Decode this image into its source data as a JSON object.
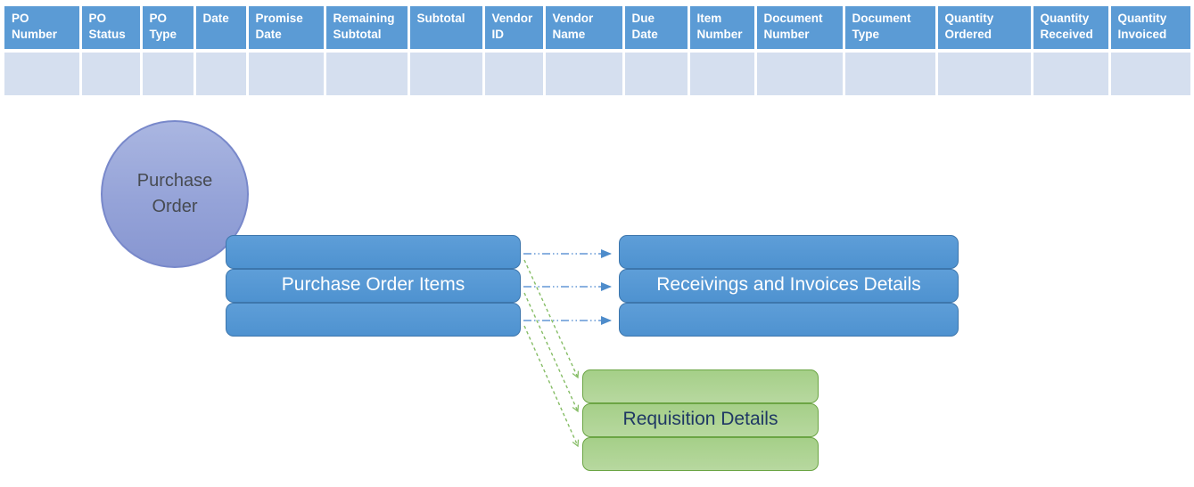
{
  "table": {
    "columns": [
      "PO Number",
      "PO Status",
      "PO Type",
      "Date",
      "Promise Date",
      "Remaining Subtotal",
      "Subtotal",
      "Vendor ID",
      "Vendor Name",
      "Due Date",
      "Item Number",
      "Document Number",
      "Document Type",
      "Quantity Ordered",
      "Quantity Received",
      "Quantity Invoiced"
    ]
  },
  "diagram": {
    "purchase_order_circle": "Purchase Order",
    "purchase_order_items": "Purchase Order Items",
    "receivings_invoices": "Receivings and Invoices Details",
    "requisition_details": "Requisition Details"
  },
  "colors": {
    "table_header": "#5b9bd5",
    "table_row": "#d5dfef",
    "blue_box_fill": "#5b9bd5",
    "blue_box_border": "#3d76ac",
    "green_box_fill": "#a9d18e",
    "green_box_border": "#6ba544",
    "circle_fill": "#97a5d9",
    "circle_border": "#7888ca",
    "circle_text": "#474b52",
    "green_box_text": "#1f3864",
    "blue_arrow": "#7aa6db",
    "blue_arrow_head": "#4e8ccb",
    "green_arrow": "#86bd66"
  }
}
